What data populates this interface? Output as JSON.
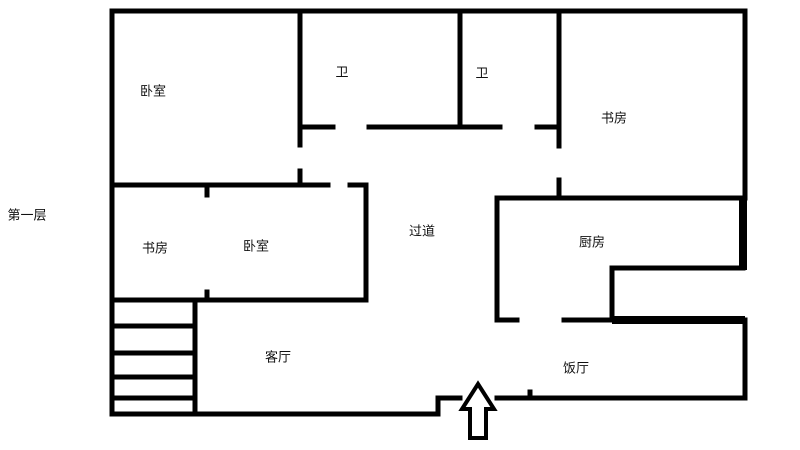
{
  "floor_label": "第一层",
  "rooms": {
    "bedroom_top_left": "卧室",
    "bathroom_1": "卫",
    "bathroom_2": "卫",
    "study_top_right": "书房",
    "study_left": "书房",
    "bedroom_middle": "卧室",
    "hallway": "过道",
    "kitchen": "厨房",
    "living_room": "客厅",
    "dining_room": "饭厅"
  },
  "entrance": "entrance-arrow"
}
